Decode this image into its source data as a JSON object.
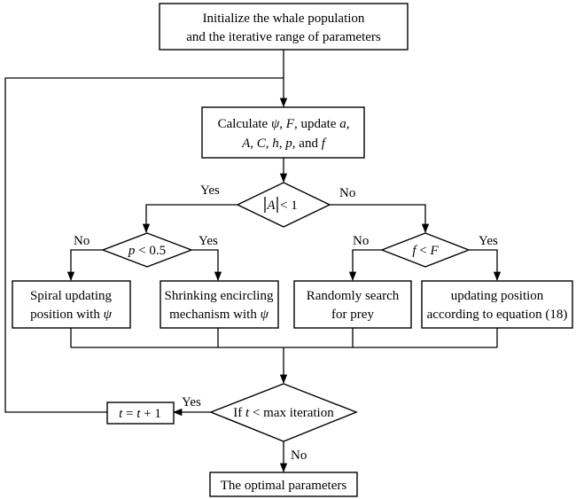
{
  "nodes": {
    "init": {
      "line1": "Initialize the whale population",
      "line2": "and the iterative range of parameters"
    },
    "calc": {
      "line1_pre": "Calculate ",
      "psi": "ψ",
      "sep1": ", ",
      "F": "F",
      "line1_post": ", update ",
      "a": "a",
      "comma_end": ",",
      "A": "A",
      "sep2": ", ",
      "C": "C",
      "sep3": ", ",
      "h": "h",
      "sep4": ",  ",
      "p": "p",
      "and": ", and ",
      "f": "f"
    },
    "cond_A": {
      "var": "A",
      "rel": " < 1"
    },
    "cond_p": {
      "var": "p",
      "rel": " < 0.5"
    },
    "cond_f": {
      "var": "f",
      "op": " < ",
      "var2": "F"
    },
    "spiral": {
      "line1": "Spiral updating",
      "line2_pre": "position with ",
      "psi": "ψ"
    },
    "shrink": {
      "line1": "Shrinking encircling",
      "line2_pre": "mechanism with ",
      "psi": "ψ"
    },
    "random": {
      "line1": "Randomly search",
      "line2": "for prey"
    },
    "update": {
      "line1": "updating position",
      "line2": "according to equation (18)"
    },
    "iter_check": {
      "pre": "If ",
      "t": "t",
      "post": " < max iteration"
    },
    "increment": {
      "t1": "t",
      "eq": " = ",
      "t2": "t",
      "plus": " + 1"
    },
    "final": {
      "text": "The optimal parameters"
    }
  },
  "edge_labels": {
    "yes": "Yes",
    "no": "No"
  }
}
